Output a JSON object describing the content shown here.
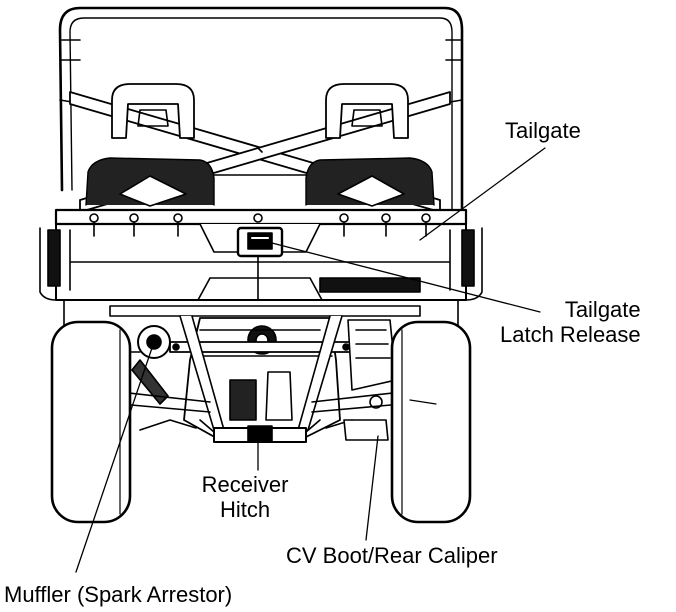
{
  "callouts": {
    "tailgate": "Tailgate",
    "tailgate_latch_release": [
      "Tailgate",
      "Latch Release"
    ],
    "receiver_hitch": [
      "Receiver",
      "Hitch"
    ],
    "cv_boot_rear_caliper": "CV Boot/Rear Caliper",
    "muffler": "Muffler (Spark Arrestor)"
  }
}
